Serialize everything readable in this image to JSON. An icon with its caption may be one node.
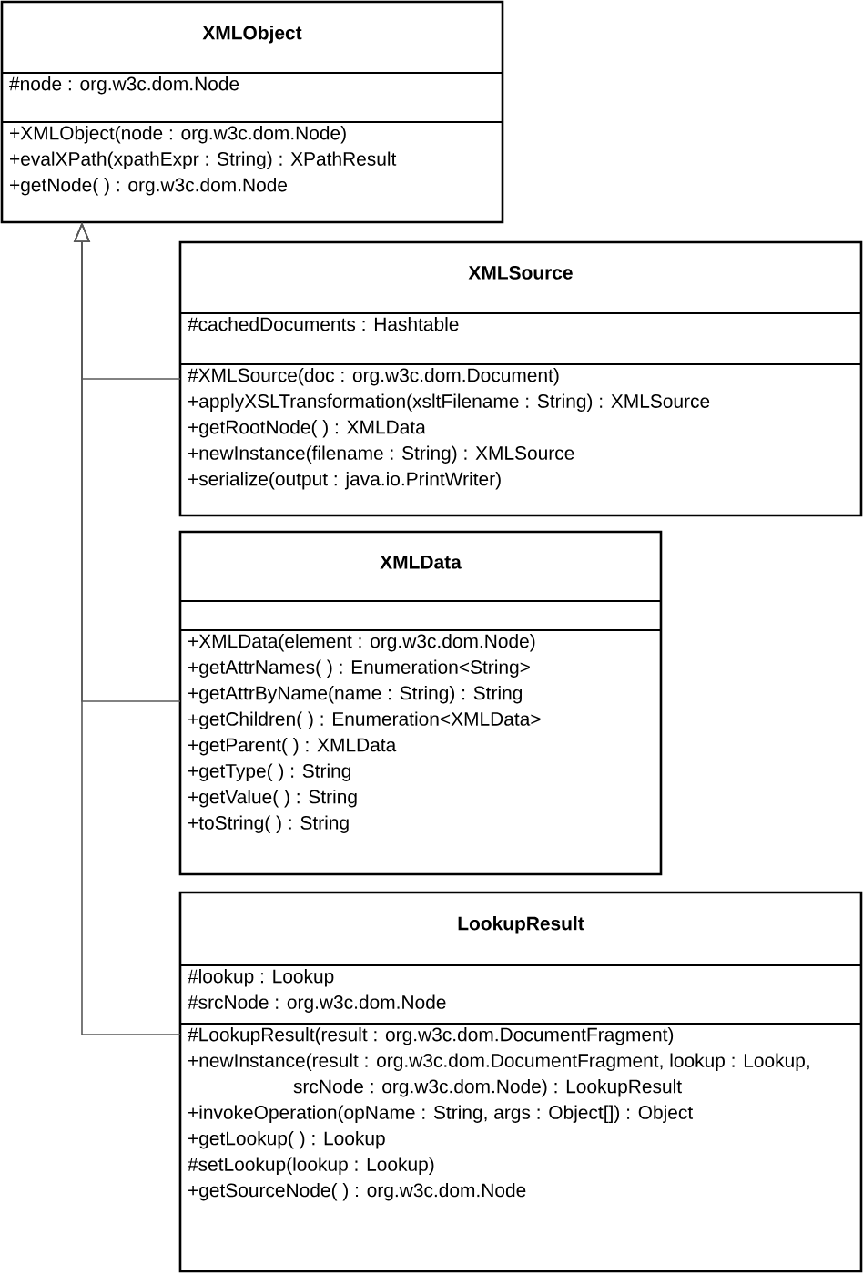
{
  "diagram": {
    "nodes": [
      {
        "text": [
          "XMLObject"
        ]
      },
      {
        "text": [
          "#node : org.w3c.dom.Node"
        ],
        "in": 0
      },
      {
        "text": [
          "+XMLObject(node : org.w3c.dom.Node)",
          "+evalXPath(xpathExpr : String) : XPathResult",
          "+getNode( ) : org.w3c.dom.Node"
        ],
        "in": 0
      },
      {
        "text": [
          "XMLSource"
        ]
      },
      {
        "text": [
          "#cachedDocuments : Hashtable"
        ],
        "in": 3
      },
      {
        "text": [
          "#XMLSource(doc : org.w3c.dom.Document)",
          "+applyXSLTransformation(xsltFilename : String) : XMLSource",
          "+getRootNode( ) : XMLData",
          "+newInstance(filename : String) : XMLSource",
          "+serialize(output : java.io.PrintWriter)"
        ],
        "in": 3
      },
      {
        "text": [
          "XMLData"
        ]
      },
      {
        "text": [],
        "shape": "box",
        "in": 6
      },
      {
        "text": [
          "+XMLData(element : org.w3c.dom.Node)",
          "+getAttrNames( ) : Enumeration<String>",
          "+getAttrByName(name : String) : String",
          "+getChildren( ) : Enumeration<XMLData>",
          "+getParent( ) : XMLData",
          "+getType( ) : String",
          "+getValue( ) : String",
          "+toString( ) : String"
        ],
        "in": 6
      },
      {
        "text": [
          "LookupResult"
        ]
      },
      {
        "text": [
          "#lookup : Lookup",
          "#srcNode : org.w3c.dom.Node"
        ],
        "in": 9
      },
      {
        "text": [
          "#LookupResult(result : org.w3c.dom.DocumentFragment)",
          "+newInstance(result : org.w3c.dom.DocumentFragment, lookup : Lookup, srcNode : org.w3c.dom.Node) : LookupResult",
          "+invokeOperation(opName : String, args : Object[]) : Object",
          "+getLookup( ) : Lookup",
          "#setLookup(lookup : Lookup)",
          "+getSourceNode( ) : org.w3c.dom.Node"
        ],
        "in": 9
      }
    ],
    "edges": [
      {
        "from": 3,
        "to": 0,
        "arrow": "to"
      },
      {
        "from": 6,
        "to": 0,
        "arrow": "to"
      },
      {
        "from": 9,
        "to": 0,
        "arrow": "to"
      }
    ]
  }
}
